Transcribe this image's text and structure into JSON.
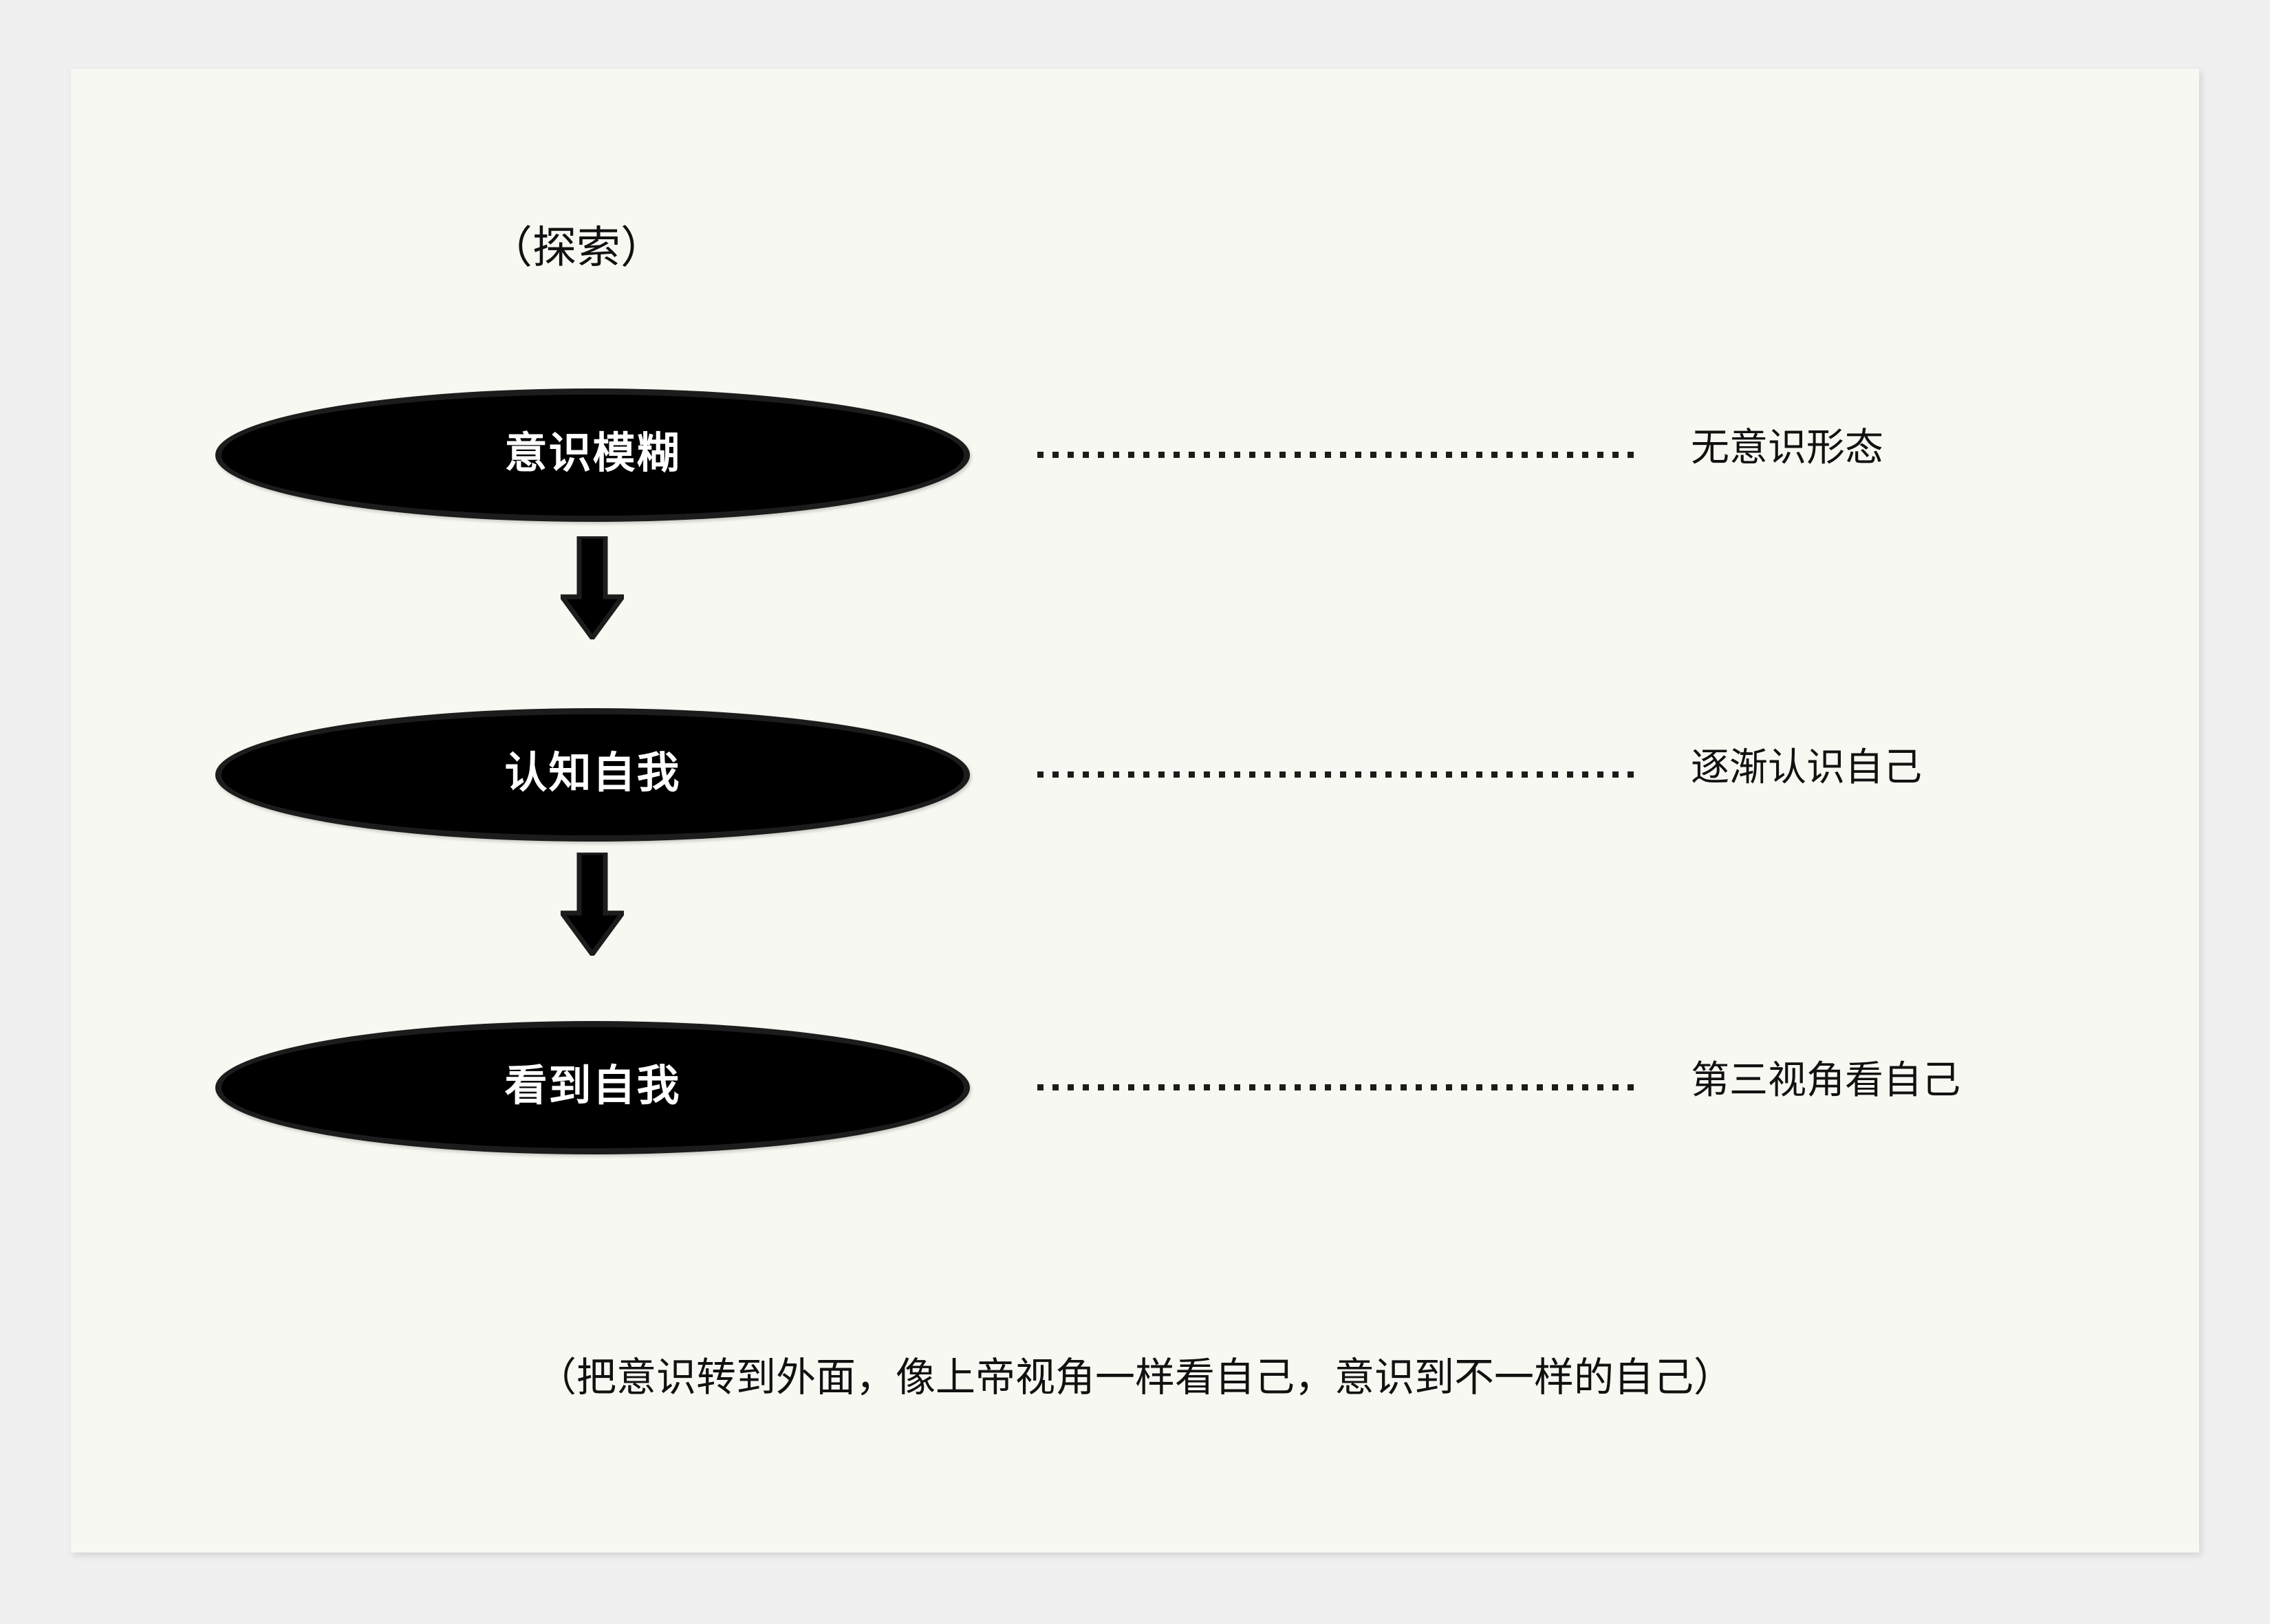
{
  "canvas": {
    "background_color": "#f8f8f2",
    "outer_background_color": "#f0f0f0"
  },
  "title": "（探索）",
  "flow": {
    "node_fill_color": "#000000",
    "node_text_color": "#ffffff",
    "connector_color": "#1c1c1c",
    "steps": [
      {
        "node_label": "意识模糊",
        "side_note": "无意识形态"
      },
      {
        "node_label": "认知自我",
        "side_note": "逐渐认识自己"
      },
      {
        "node_label": "看到自我",
        "side_note": "第三视角看自己"
      }
    ],
    "arrows": [
      {
        "direction": "down"
      },
      {
        "direction": "down"
      }
    ]
  },
  "caption": "（把意识转到外面，像上帝视角一样看自己，意识到不一样的自己）"
}
